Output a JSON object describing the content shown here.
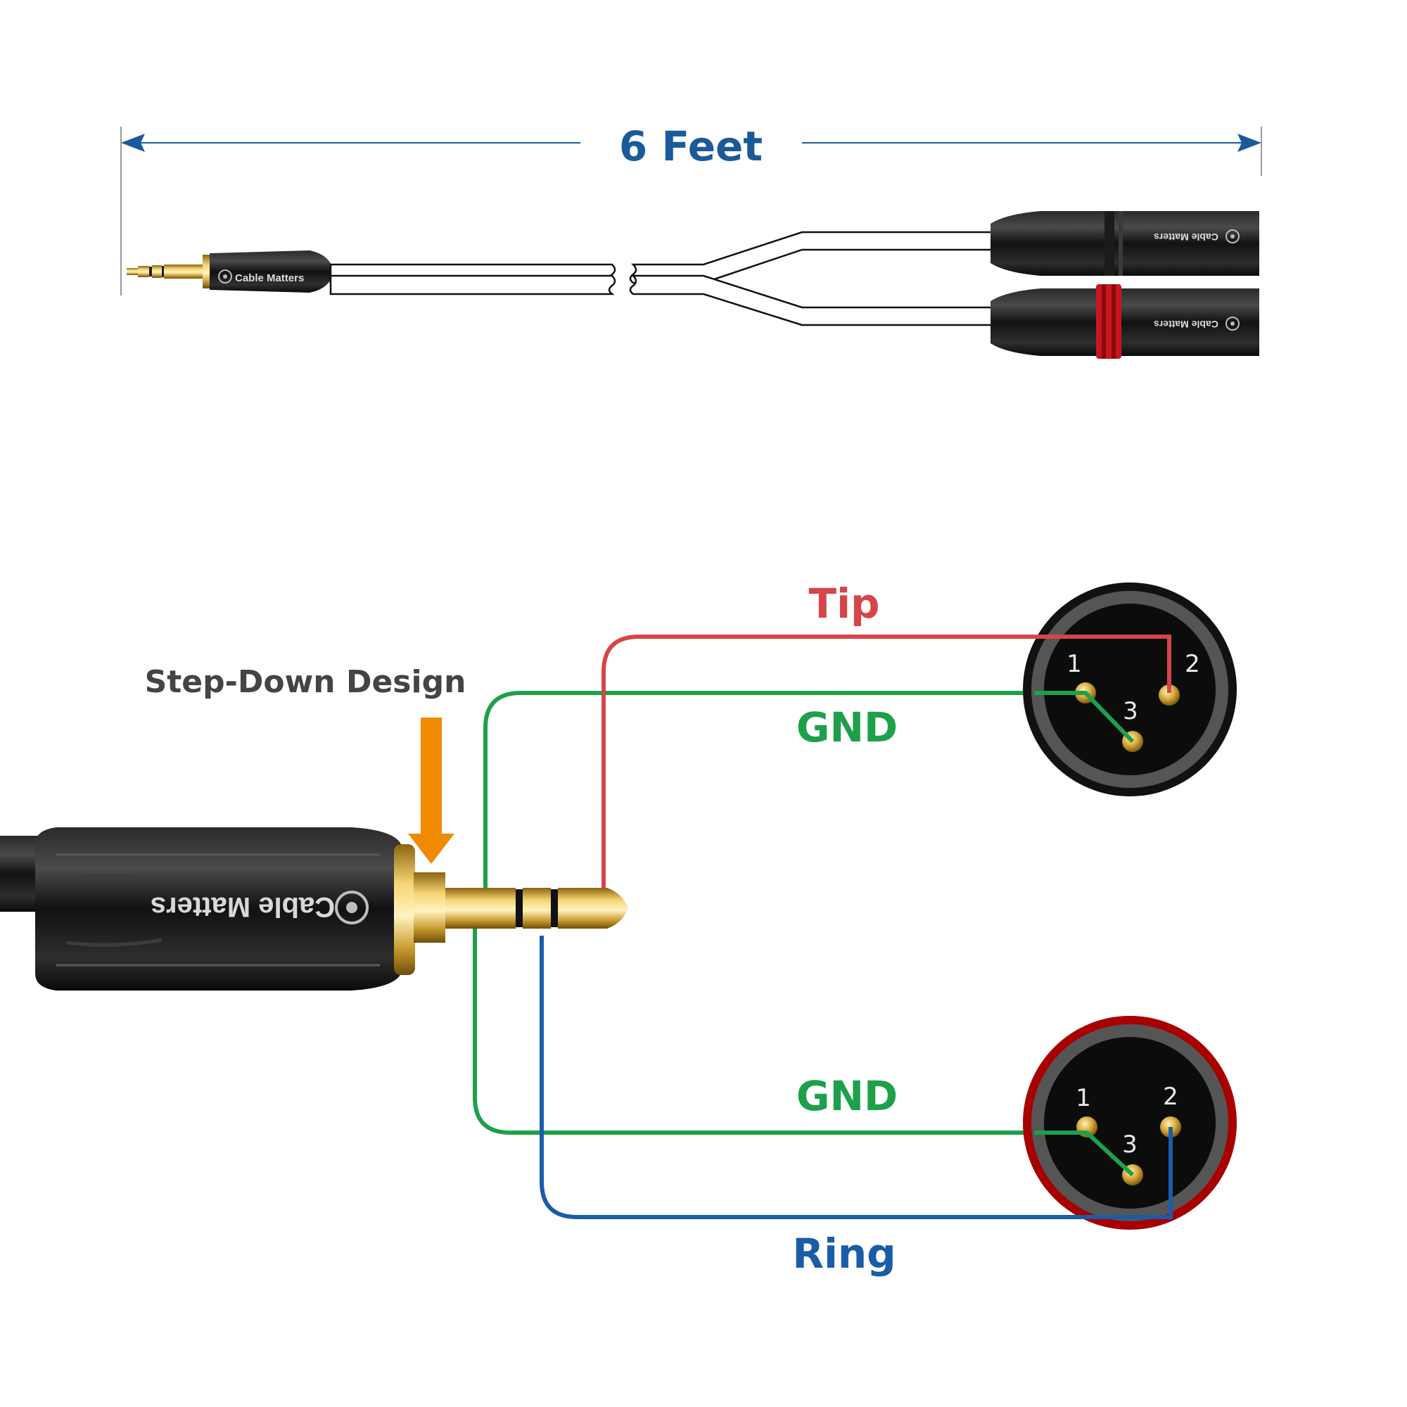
{
  "length_label": "6 Feet",
  "brand": "Cable Matters",
  "step_down_label": "Step-Down Design",
  "signals": {
    "tip": "Tip",
    "gnd_top": "GND",
    "gnd_bottom": "GND",
    "ring": "Ring"
  },
  "pins": {
    "top": [
      "1",
      "2",
      "3"
    ],
    "bottom": [
      "1",
      "2",
      "3"
    ]
  },
  "colors": {
    "dimension_blue": "#1a5a9a",
    "tip_red": "#d6454a",
    "gnd_green": "#1ea04a",
    "ring_blue": "#1a5ca8",
    "arrow_orange": "#f08a00",
    "label_gray": "#444444",
    "xlr_red_ring": "#c00000"
  }
}
